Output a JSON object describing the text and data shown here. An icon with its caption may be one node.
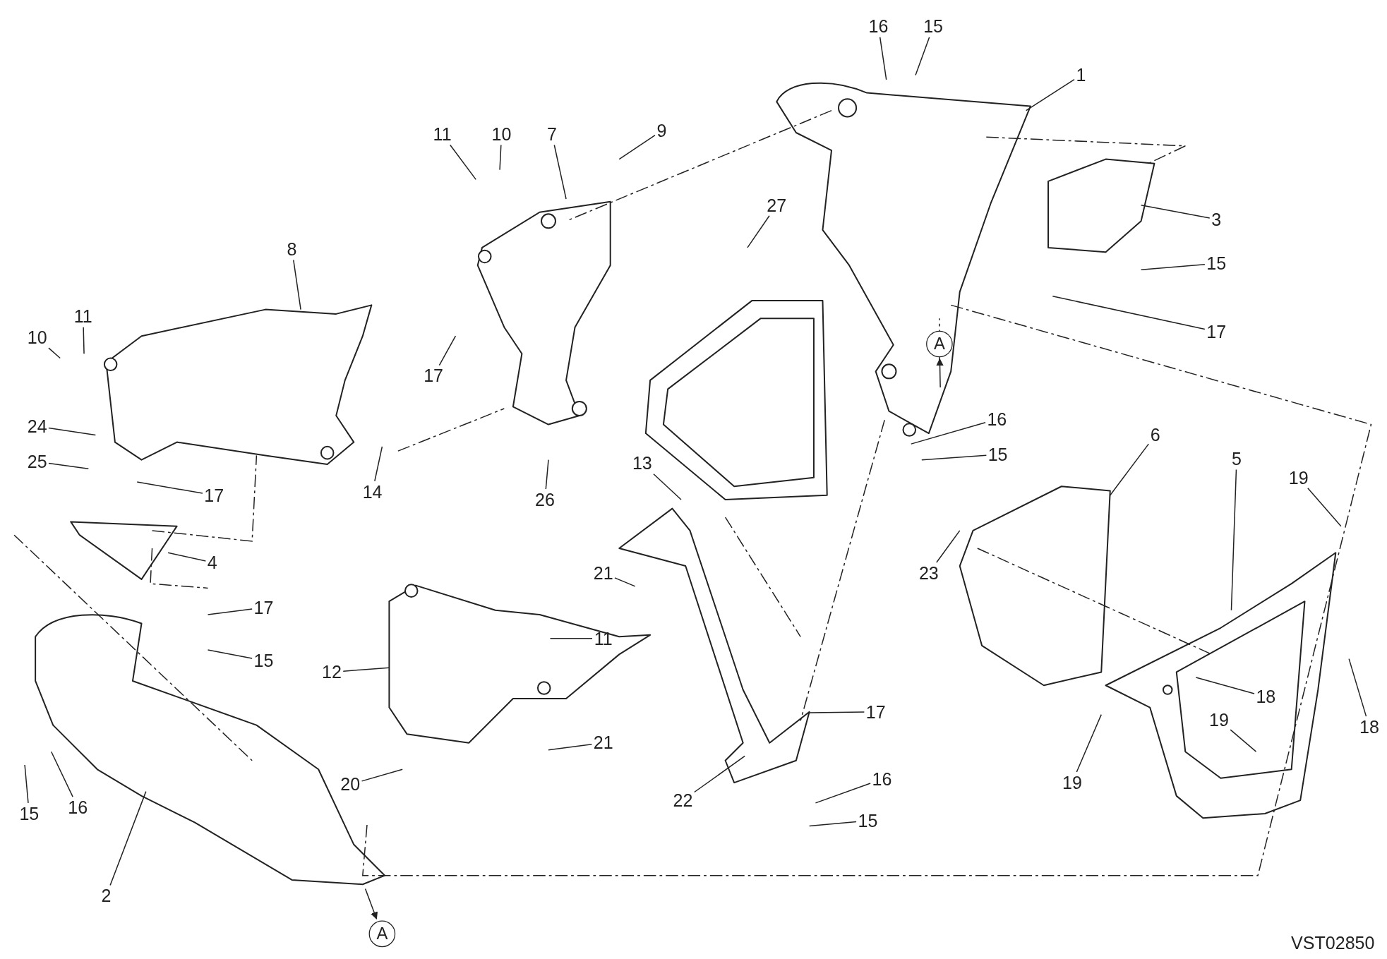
{
  "diagram": {
    "nodes": [
      {
        "text": [
          "16"
        ]
      },
      {
        "text": [
          "15"
        ]
      },
      {
        "text": [
          "1"
        ]
      },
      {
        "text": [
          "11"
        ]
      },
      {
        "text": [
          "10"
        ]
      },
      {
        "text": [
          "7"
        ]
      },
      {
        "text": [
          "9"
        ]
      },
      {
        "text": [
          "27"
        ]
      },
      {
        "text": [
          "3"
        ]
      },
      {
        "text": [
          "8"
        ]
      },
      {
        "text": [
          "15"
        ]
      },
      {
        "text": [
          "11"
        ]
      },
      {
        "text": [
          "17"
        ]
      },
      {
        "text": [
          "10"
        ]
      },
      {
        "text": [
          "A"
        ]
      },
      {
        "text": [
          "17"
        ]
      },
      {
        "text": [
          "16"
        ]
      },
      {
        "text": [
          "24"
        ]
      },
      {
        "text": [
          "15"
        ]
      },
      {
        "text": [
          "5"
        ]
      },
      {
        "text": [
          "6"
        ]
      },
      {
        "text": [
          "25"
        ]
      },
      {
        "text": [
          "13"
        ]
      },
      {
        "text": [
          "19"
        ]
      },
      {
        "text": [
          "14"
        ]
      },
      {
        "text": [
          "17"
        ]
      },
      {
        "text": [
          "26"
        ]
      },
      {
        "text": [
          "4"
        ]
      },
      {
        "text": [
          "21"
        ]
      },
      {
        "text": [
          "23"
        ]
      },
      {
        "text": [
          "17"
        ]
      },
      {
        "text": [
          "11"
        ]
      },
      {
        "text": [
          "15"
        ]
      },
      {
        "text": [
          "12"
        ]
      },
      {
        "text": [
          "18"
        ]
      },
      {
        "text": [
          "17"
        ]
      },
      {
        "text": [
          "19"
        ]
      },
      {
        "text": [
          "21"
        ]
      },
      {
        "text": [
          "18"
        ]
      },
      {
        "text": [
          "16"
        ]
      },
      {
        "text": [
          "19"
        ]
      },
      {
        "text": [
          "20"
        ]
      },
      {
        "text": [
          "22"
        ]
      },
      {
        "text": [
          "15"
        ]
      },
      {
        "text": [
          "16"
        ]
      },
      {
        "text": [
          "15"
        ]
      },
      {
        "text": [
          "2"
        ]
      },
      {
        "text": [
          "A"
        ]
      }
    ],
    "edges": [
      {
        "from": 0,
        "to": null,
        "arrow": "none"
      },
      {
        "from": 1,
        "to": null,
        "arrow": "none"
      },
      {
        "from": 2,
        "to": null,
        "arrow": "none"
      },
      {
        "from": 3,
        "to": null,
        "arrow": "none"
      },
      {
        "from": 4,
        "to": null,
        "arrow": "none"
      },
      {
        "from": 5,
        "to": null,
        "arrow": "none"
      },
      {
        "from": 6,
        "to": null,
        "arrow": "none"
      },
      {
        "from": 7,
        "to": null,
        "arrow": "none"
      },
      {
        "from": 8,
        "to": null,
        "arrow": "none"
      },
      {
        "from": 9,
        "to": null,
        "arrow": "none"
      },
      {
        "from": 10,
        "to": null,
        "arrow": "none"
      },
      {
        "from": 11,
        "to": null,
        "arrow": "none"
      },
      {
        "from": 12,
        "to": null,
        "arrow": "none"
      },
      {
        "from": 13,
        "to": null,
        "arrow": "none"
      },
      {
        "from": 15,
        "to": null,
        "arrow": "none"
      },
      {
        "from": 16,
        "to": null,
        "arrow": "none"
      },
      {
        "from": 17,
        "to": null,
        "arrow": "none"
      },
      {
        "from": 18,
        "to": null,
        "arrow": "none"
      },
      {
        "from": 19,
        "to": null,
        "arrow": "none"
      },
      {
        "from": 20,
        "to": null,
        "arrow": "none"
      },
      {
        "from": 21,
        "to": null,
        "arrow": "none"
      },
      {
        "from": 22,
        "to": null,
        "arrow": "none"
      },
      {
        "from": 23,
        "to": null,
        "arrow": "none"
      },
      {
        "from": 24,
        "to": null,
        "arrow": "none"
      },
      {
        "from": 25,
        "to": null,
        "arrow": "none"
      },
      {
        "from": 26,
        "to": null,
        "arrow": "none"
      },
      {
        "from": 27,
        "to": null,
        "arrow": "none"
      },
      {
        "from": 28,
        "to": null,
        "arrow": "none"
      },
      {
        "from": 29,
        "to": null,
        "arrow": "none"
      },
      {
        "from": 30,
        "to": null,
        "arrow": "none"
      },
      {
        "from": 31,
        "to": null,
        "arrow": "none"
      },
      {
        "from": 32,
        "to": null,
        "arrow": "none"
      },
      {
        "from": 33,
        "to": null,
        "arrow": "none"
      },
      {
        "from": 34,
        "to": null,
        "arrow": "none"
      },
      {
        "from": 35,
        "to": null,
        "arrow": "none"
      },
      {
        "from": 36,
        "to": null,
        "arrow": "none"
      },
      {
        "from": 37,
        "to": null,
        "arrow": "none"
      },
      {
        "from": 38,
        "to": null,
        "arrow": "none"
      },
      {
        "from": 39,
        "to": null,
        "arrow": "none"
      },
      {
        "from": 40,
        "to": null,
        "arrow": "none"
      },
      {
        "from": 41,
        "to": null,
        "arrow": "none"
      },
      {
        "from": 42,
        "to": null,
        "arrow": "none"
      },
      {
        "from": 43,
        "to": null,
        "arrow": "none"
      },
      {
        "from": 44,
        "to": null,
        "arrow": "none"
      },
      {
        "from": 45,
        "to": null,
        "arrow": "none"
      },
      {
        "from": 46,
        "to": null,
        "arrow": "none"
      },
      {
        "from": null,
        "to": 14,
        "arrow": "to"
      },
      {
        "from": null,
        "to": 47,
        "arrow": "to"
      }
    ],
    "labels": [
      "VST02850"
    ]
  }
}
